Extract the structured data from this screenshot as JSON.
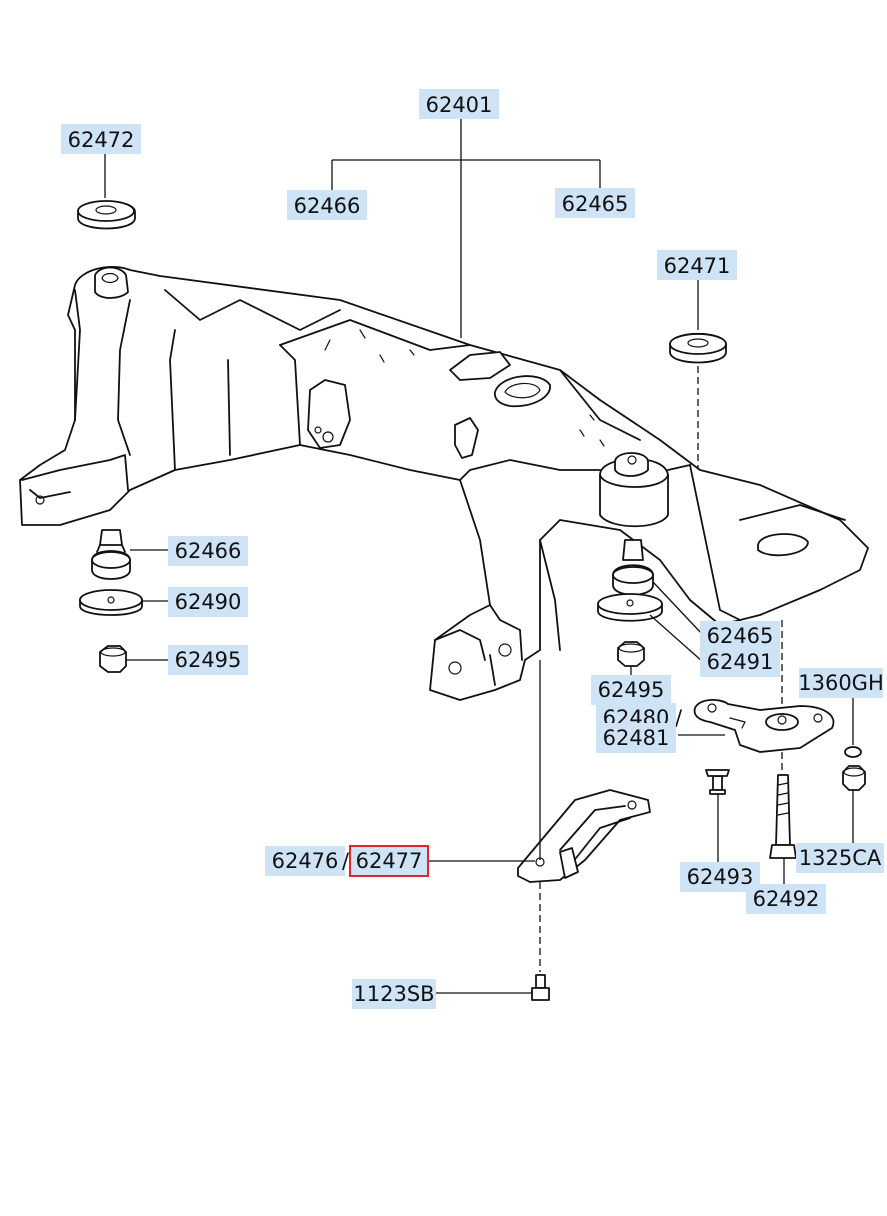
{
  "colors": {
    "label_background": "#cfe3f6",
    "highlight_border": "#e0262b",
    "ink": "#111111"
  },
  "part_labels": {
    "p62401": "62401",
    "p62472": "62472",
    "p62466_top": "62466",
    "p62465_top": "62465",
    "p62471": "62471",
    "p62466_left": "62466",
    "p62490": "62490",
    "p62495_left": "62495",
    "p62465_right": "62465",
    "p62491": "62491",
    "p62495_mid": "62495",
    "p1360GH": "1360GH",
    "p62480": "62480",
    "p62481": "62481",
    "p62476": "62476",
    "p62477": "62477",
    "p62493": "62493",
    "p1325CA": "1325CA",
    "p62492": "62492",
    "p1123SB": "1123SB"
  },
  "separators": {
    "slash_62476_62477": "/",
    "slash_62480_62481": "/"
  },
  "highlighted_part": "62477"
}
